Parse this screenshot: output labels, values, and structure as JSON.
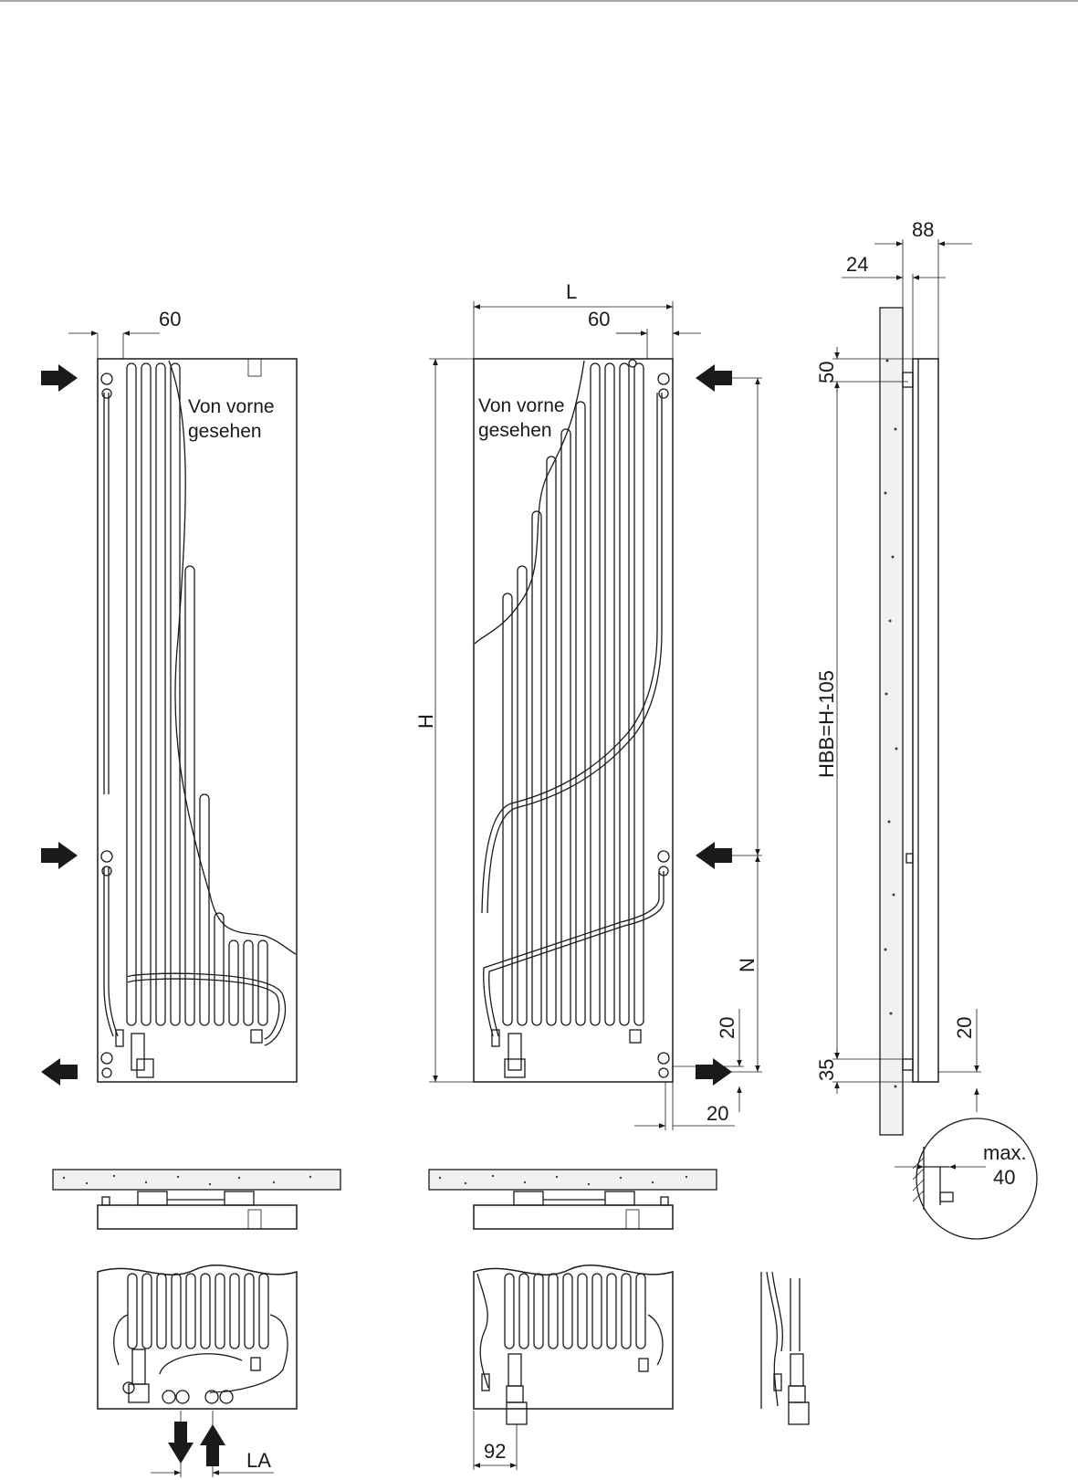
{
  "diagram": {
    "views": {
      "left_front": {
        "caption_line1": "Von vorne",
        "caption_line2": "gesehen",
        "dim_top": "60"
      },
      "right_front": {
        "caption_line1": "Von vorne",
        "caption_line2": "gesehen",
        "dim_width": "L",
        "dim_top": "60",
        "dim_height": "H",
        "dim_n": "N",
        "dim_bottom_20a": "20",
        "dim_bottom_20b": "20"
      },
      "side": {
        "dim_depth": "88",
        "dim_gap": "24",
        "dim_top": "50",
        "dim_hbb": "HBB=H-105",
        "dim_bottom": "35",
        "dim_right_20": "20"
      },
      "detail": {
        "label_line1": "max.",
        "label_line2": "40"
      },
      "bottom_left": {
        "dim_la": "LA"
      },
      "bottom_middle": {
        "dim_92": "92"
      }
    }
  }
}
